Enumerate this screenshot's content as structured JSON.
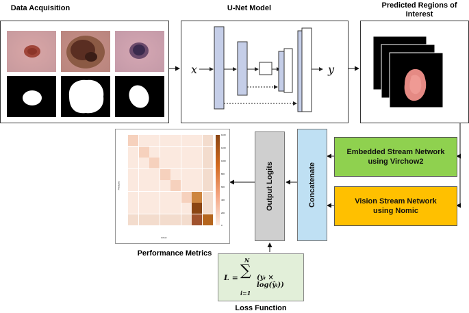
{
  "labels": {
    "data_acquisition": "Data Acquisition",
    "unet_model": "U-Net Model",
    "predicted_roi": "Predicted Regions of Interest",
    "performance_metrics": "Performance Metrics",
    "loss_function": "Loss Function"
  },
  "unet": {
    "input": "x",
    "output": "y"
  },
  "blocks": {
    "output_logits": "Output Logits",
    "concatenate": "Concatenate",
    "embedded_stream_l1": "Embedded Stream Network",
    "embedded_stream_l2": "using Virchow2",
    "vision_stream_l1": "Vision Stream Network",
    "vision_stream_l2": "using Nomic"
  },
  "loss": {
    "lhs": "L =",
    "sum_upper": "N",
    "sum_lower": "i=1",
    "body": "(yᵢ × log(ŷᵢ))"
  },
  "colors": {
    "unet_block": "#c5cee8",
    "output_logits": "#cfcfcf",
    "concatenate": "#bfe0f3",
    "embedded_stream": "#8fd14f",
    "vision_stream": "#ffc000",
    "loss_box": "#e2efd9",
    "heatmap_low": "#fbe9df",
    "heatmap_high": "#8b4513"
  },
  "confusion_matrix": {
    "ylabel": "Predicted",
    "xlabel": "Actual",
    "colorbar_ticks": [
      "1400",
      "1200",
      "1000",
      "800",
      "600",
      "400",
      "200",
      "0"
    ]
  }
}
